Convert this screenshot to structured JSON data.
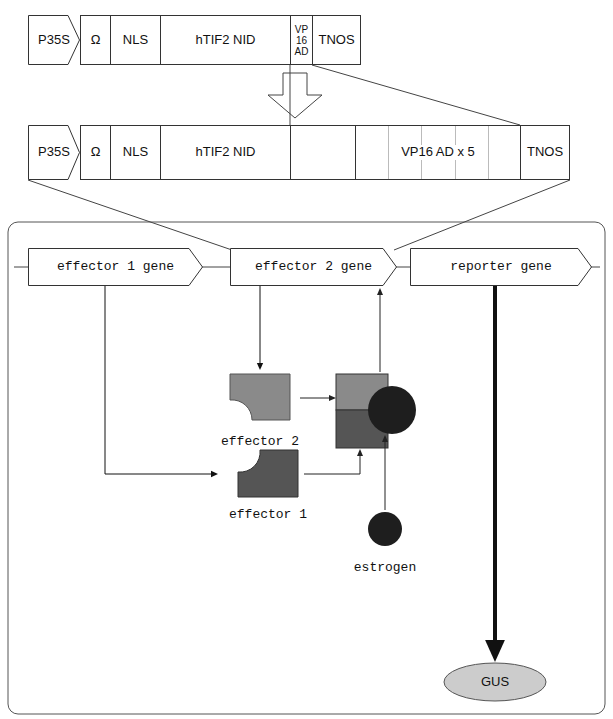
{
  "diagram": {
    "nodes": [
      {
        "text": [
          "P35S"
        ]
      },
      {
        "text": [
          "Ω"
        ]
      },
      {
        "text": [
          "NLS"
        ]
      },
      {
        "text": [
          "hTIF2 NID"
        ]
      },
      {
        "text": [
          "VP 16 AD"
        ]
      },
      {
        "text": [
          "TNOS"
        ]
      },
      {
        "text": [
          "P35S"
        ]
      },
      {
        "text": [
          "Ω"
        ]
      },
      {
        "text": [
          "NLS"
        ]
      },
      {
        "text": [
          "hTIF2 NID"
        ]
      },
      {
        "text": [
          "VP16 AD x 5"
        ]
      },
      {
        "text": [
          "TNOS"
        ]
      },
      {
        "text": [
          "effector 1 gene"
        ]
      },
      {
        "text": [
          "effector 2 gene"
        ]
      },
      {
        "text": [
          "reporter gene"
        ]
      },
      {
        "text": [
          "effector 2"
        ]
      },
      {
        "text": [
          "effector 1"
        ]
      },
      {
        "text": [
          "estrogen"
        ]
      },
      {
        "text": [
          "GUS"
        ]
      }
    ],
    "edges": [
      {
        "from": 13,
        "to": 15,
        "arrow": "to"
      },
      {
        "from": 12,
        "to": 16,
        "arrow": "to"
      },
      {
        "from": 14,
        "to": 18,
        "arrow": "to"
      }
    ]
  }
}
